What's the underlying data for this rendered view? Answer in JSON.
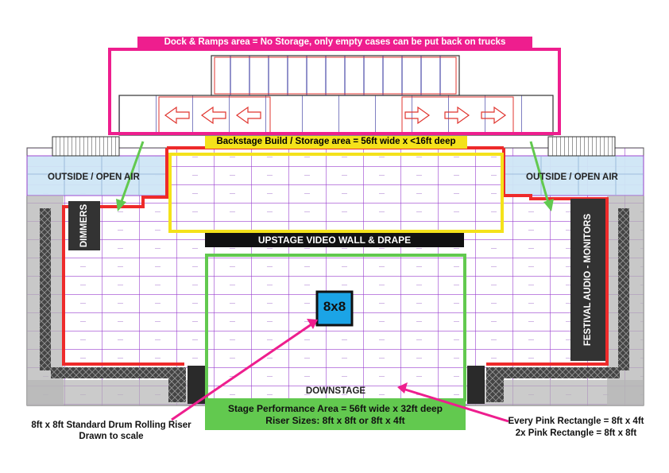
{
  "labels": {
    "dock": "Dock & Ramps area = No Storage, only empty cases can be put back on trucks",
    "backstage": "Backstage Build / Storage area = 56ft wide x <16ft deep",
    "outside_left": "OUTSIDE / OPEN AIR",
    "outside_right": "OUTSIDE / OPEN AIR",
    "dimmers": "DIMMERS",
    "festival_audio": "FESTIVAL AUDIO - MONITORS",
    "video_wall": "UPSTAGE VIDEO WALL & DRAPE",
    "riser": "8x8",
    "downstage": "DOWNSTAGE",
    "performance_line1": "Stage Performance Area = 56ft wide x 32ft deep",
    "performance_line2": "Riser Sizes: 8ft x 8ft or 8ft x 4ft",
    "drum_note_line1": "8ft x 8ft Standard Drum Rolling Riser",
    "drum_note_line2": "Drawn to scale",
    "pink_note_line1": "Every Pink Rectangle = 8ft x 4ft",
    "pink_note_line2": "2x Pink Rectangle = 8ft x 8ft"
  },
  "colors": {
    "magenta": "#ee1e8e",
    "yellow": "#f4e21a",
    "green": "#62c94f",
    "red": "#ee2a2a",
    "riser_blue": "#1ba4e6",
    "grid_purple": "#9a3fcf",
    "outside_blue": "#cfe6f6",
    "wing_gray": "#b5b5b5"
  }
}
